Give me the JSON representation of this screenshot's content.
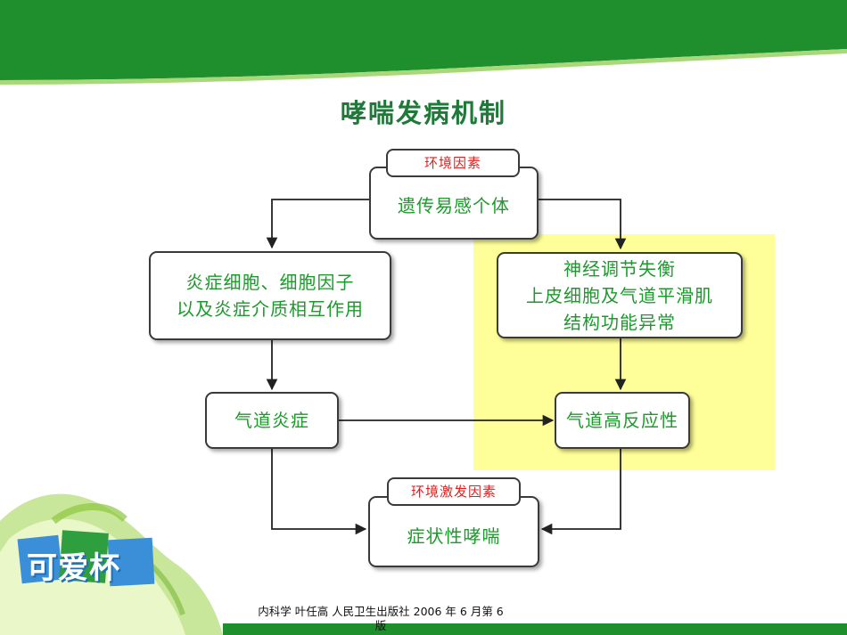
{
  "slide": {
    "title": "哮喘发病机制",
    "citation_line1": "内科学  叶任高  人民卫生出版社   2006 年 6 月第 6",
    "citation_line2": "版"
  },
  "logo": {
    "text": "可爱杯"
  },
  "flowchart": {
    "nodes": {
      "individual": {
        "tag": "环境因素",
        "line1": "遗传易感个体"
      },
      "inflammation_cells": {
        "line1": "炎症细胞、细胞因子",
        "line2": "以及炎症介质相互作用"
      },
      "neural": {
        "line1": "神经调节失衡",
        "line2": "上皮细胞及气道平滑肌",
        "line3": "结构功能异常"
      },
      "airway_inflammation": {
        "line1": "气道炎症"
      },
      "hyperresponsiveness": {
        "line1": "气道高反应性"
      },
      "symptoms": {
        "tag": "环境激发因素",
        "line1": "症状性哮喘"
      }
    },
    "edges": [
      {
        "from": "individual",
        "to": "inflammation_cells"
      },
      {
        "from": "individual",
        "to": "neural"
      },
      {
        "from": "inflammation_cells",
        "to": "airway_inflammation"
      },
      {
        "from": "neural",
        "to": "hyperresponsiveness"
      },
      {
        "from": "airway_inflammation",
        "to": "hyperresponsiveness"
      },
      {
        "from": "airway_inflammation",
        "to": "symptoms"
      },
      {
        "from": "hyperresponsiveness",
        "to": "symptoms"
      }
    ]
  },
  "colors": {
    "title": "#1f7a3a",
    "node_text": "#1d9a2c",
    "tag_text": "#e02020",
    "highlight": "#ffff99",
    "band_green": "#1f8f2e"
  }
}
